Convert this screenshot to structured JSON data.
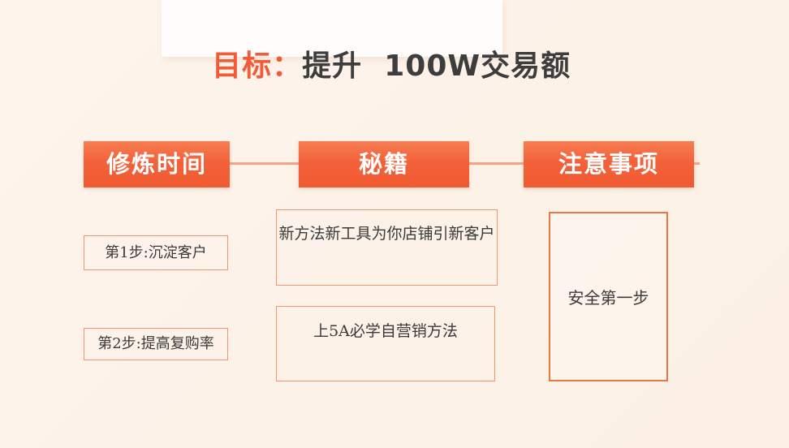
{
  "title": {
    "prefix": "目标：",
    "rest": "提升  100W交易额"
  },
  "colors": {
    "background": "#FDF2E8",
    "title_accent": "#F25A38",
    "title_text": "#3D3D3D",
    "header_box": "#F25F35",
    "connector_line": "#F8A383",
    "item_border": "#F0976F",
    "tall_box_border": "#E97742",
    "body_text": "#3A3A3A"
  },
  "columns": [
    {
      "header": "修炼时间",
      "items": [
        "第1步:沉淀客户",
        "第2步:提高复购率"
      ]
    },
    {
      "header": "秘籍",
      "items": [
        "新方法新工具为你店铺引新客户",
        "上5A必学自营销方法"
      ]
    },
    {
      "header": "注意事项",
      "items": [
        "安全第一步"
      ]
    }
  ]
}
